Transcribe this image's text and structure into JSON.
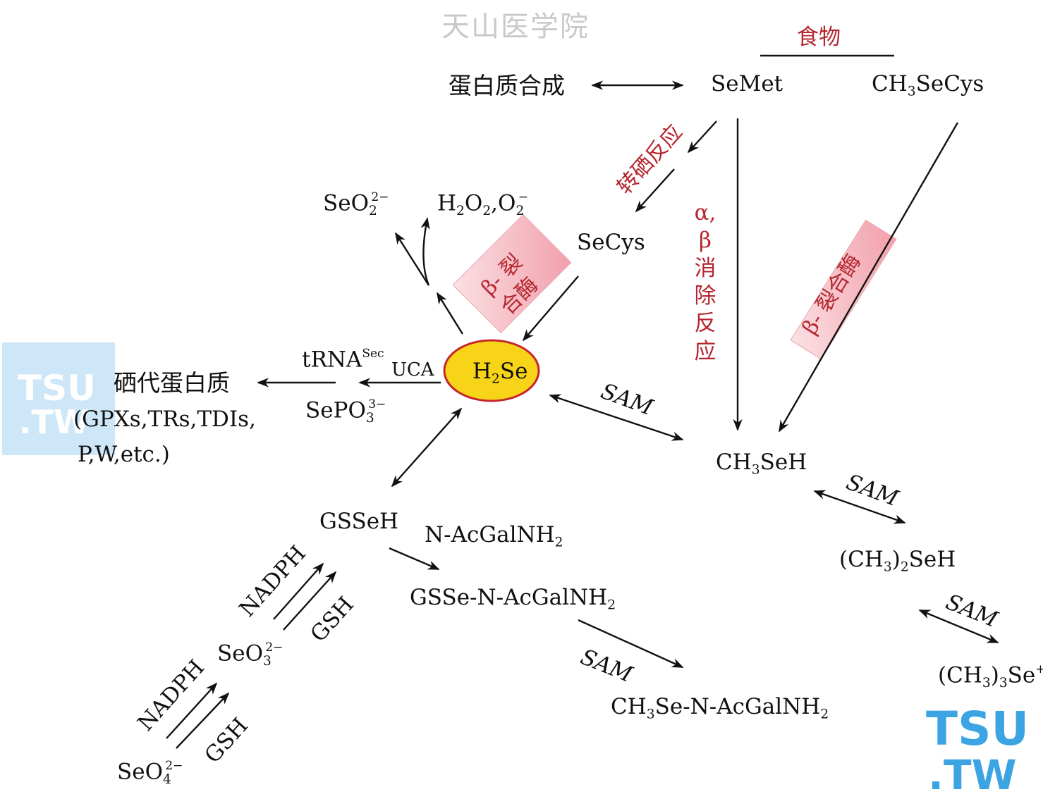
{
  "watermark": {
    "top": "天山医学院",
    "box_line1": "TSU",
    "box_line2": ".TW"
  },
  "labels": {
    "food": "食物",
    "protein_synthesis": "蛋白质合成",
    "semet": "SeMet",
    "ch3secys_a": "CH",
    "ch3secys_sub": "3",
    "ch3secys_b": "SeCys",
    "transselenation": "转硒反应",
    "alpha_beta_1": "α,",
    "alpha_beta_2": "β",
    "alpha_beta_3": "消除反应",
    "beta_lyase_right": "β- 裂合酶",
    "beta_lyase_center_1": "β- 裂",
    "beta_lyase_center_2": "合酶",
    "secys": "SeCys",
    "seo2_a": "SeO",
    "seo2_sub": "2",
    "seo2_sup": "2−",
    "h2o2_a": "H",
    "h2o2_sub1": "2",
    "h2o2_b": "O",
    "h2o2_sub2": "2",
    "h2o2_c": ",O",
    "h2o2_sub3": "2",
    "h2o2_sup": "−",
    "h2se_a": "H",
    "h2se_sub": "2",
    "h2se_b": "Se",
    "trna_a": "tRNA",
    "trna_sup": "Sec",
    "uca": "UCA",
    "sepo3_a": "SePO",
    "sepo3_sub": "3",
    "sepo3_sup": "3−",
    "selenoprotein": "硒代蛋白质",
    "selenoprotein_list1": "(GPXs,TRs,TDIs,",
    "selenoprotein_list2": "P,W,etc.)",
    "sam": "SAM",
    "ch3seh_a": "CH",
    "ch3seh_sub": "3",
    "ch3seh_b": "SeH",
    "dimethyl_a": "(CH",
    "dimethyl_sub1": "3",
    "dimethyl_b": ")",
    "dimethyl_sub2": "2",
    "dimethyl_c": "SeH",
    "trimethyl_a": "(CH",
    "trimethyl_sub1": "3",
    "trimethyl_b": ")",
    "trimethyl_sub2": "3",
    "trimethyl_c": "Se",
    "trimethyl_sup": "+",
    "gssseh": "GSSeH",
    "nacgal_a": "N-AcGalNH",
    "nacgal_sub": "2",
    "gssenac_a": "GSSe-N-AcGalNH",
    "gssenac_sub": "2",
    "ch3senac_a": "CH",
    "ch3senac_sub": "3",
    "ch3senac_b": "Se-N-AcGalNH",
    "ch3senac_sub2": "2",
    "nadph": "NADPH",
    "gsh": "GSH",
    "seo3_a": "SeO",
    "seo3_sub": "3",
    "seo3_sup": "2−",
    "seo4_a": "SeO",
    "seo4_sub": "4",
    "seo4_sup": "2−"
  },
  "colors": {
    "enzyme_text": "#b5262f",
    "h2se_fill": "#f7d417",
    "h2se_border": "#c4262c",
    "watermark_blue": "#3da4e3"
  }
}
